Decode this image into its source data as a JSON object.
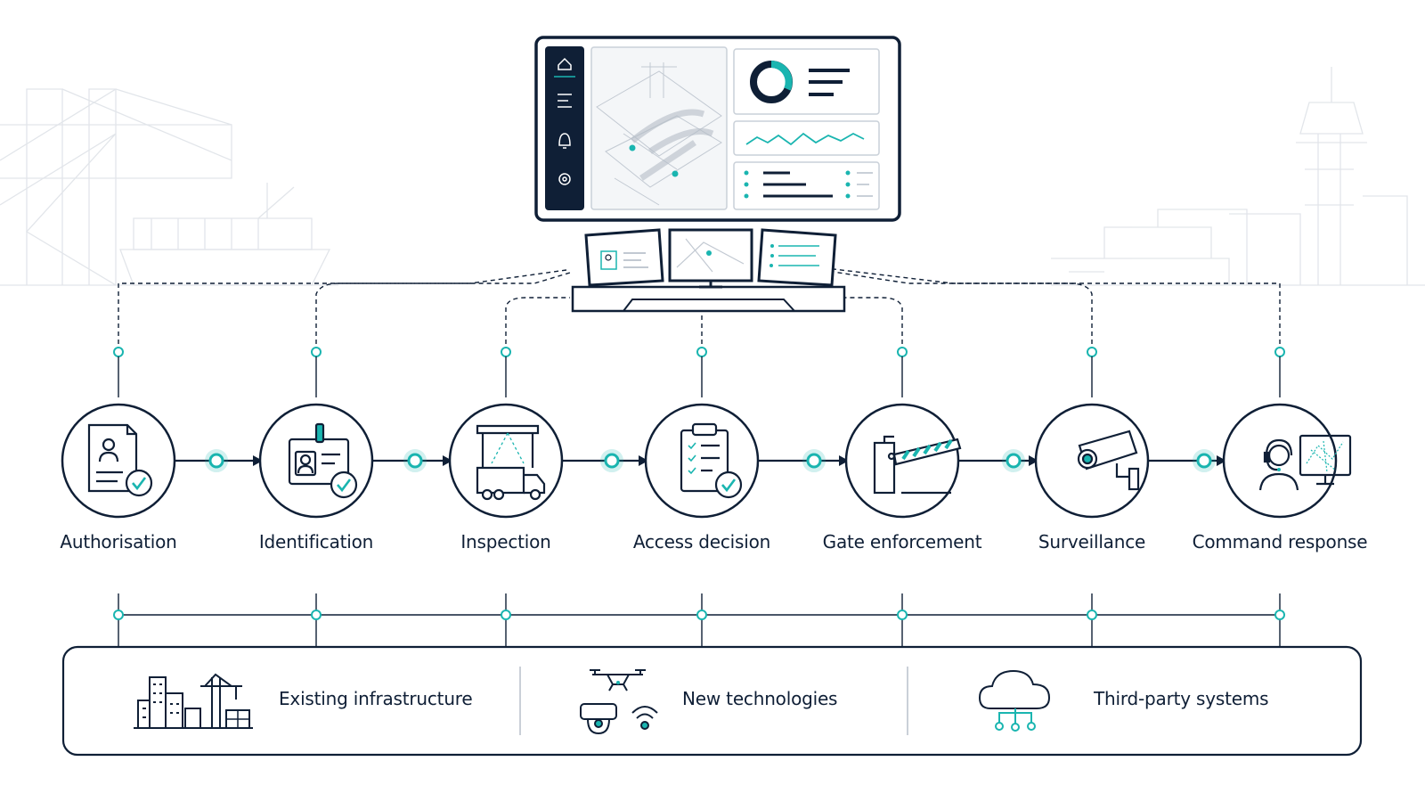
{
  "steps": [
    {
      "label": "Authorisation",
      "icon": "authorisation-document-icon"
    },
    {
      "label": "Identification",
      "icon": "id-badge-icon"
    },
    {
      "label": "Inspection",
      "icon": "truck-scanner-icon"
    },
    {
      "label": "Access decision",
      "icon": "checklist-clipboard-icon"
    },
    {
      "label": "Gate enforcement",
      "icon": "barrier-gate-icon"
    },
    {
      "label": "Surveillance",
      "icon": "security-camera-icon"
    },
    {
      "label": "Command response",
      "icon": "operator-headset-icon"
    }
  ],
  "foundation": [
    {
      "label": "Existing infrastructure",
      "icon": "buildings-crane-icon"
    },
    {
      "label": "New technologies",
      "icon": "drone-camera-wifi-icon"
    },
    {
      "label": "Third-party systems",
      "icon": "cloud-network-icon"
    }
  ],
  "command_center": {
    "sidebar_icons": [
      "home-icon",
      "menu-icon",
      "bell-icon",
      "gear-icon"
    ]
  },
  "colors": {
    "navy": "#0f1f36",
    "teal": "#1ab5b0",
    "faint": "#dde2e8"
  }
}
